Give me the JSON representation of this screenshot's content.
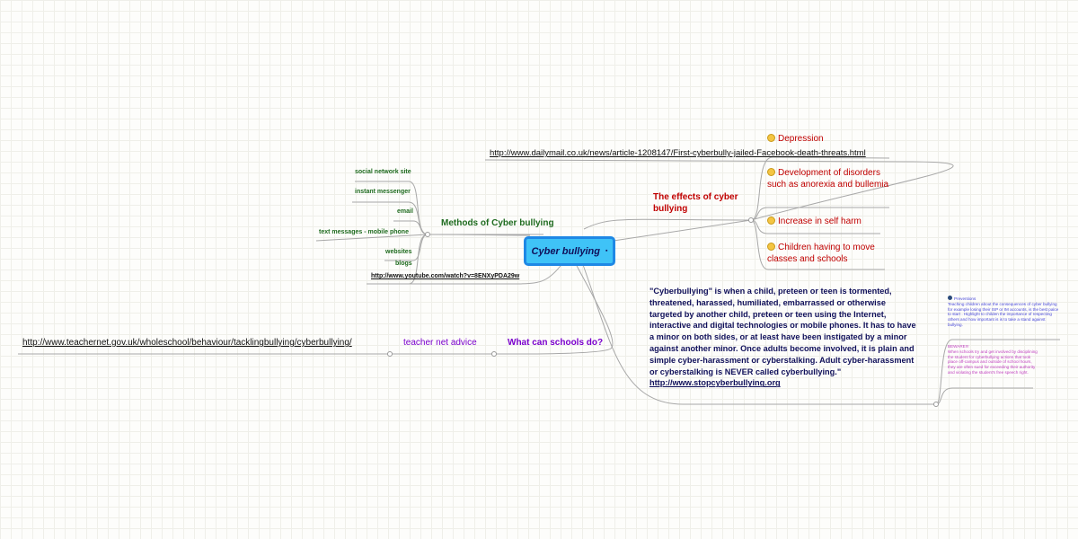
{
  "central": {
    "label": "Cyber bullying"
  },
  "methods": {
    "label": "Methods of Cyber bullying",
    "items": [
      "social network site",
      "instant messenger",
      "email",
      "text messages - mobile phone",
      "websites",
      "blogs"
    ],
    "link": "http://www.youtube.com/watch?v=8ENXyPDA29w"
  },
  "effects": {
    "label": "The effects of cyber bullying",
    "link": "http://www.dailymail.co.uk/news/article-1208147/First-cyberbully-jailed-Facebook-death-threats.html",
    "items": [
      "Depression",
      "Development of disorders such as anorexia and bullemia",
      "Increase in self harm",
      "Children having to move classes and schools"
    ]
  },
  "schools": {
    "label": "What can schools do?",
    "advice": "teacher net advice",
    "link": "http://www.teachernet.gov.uk/wholeschool/behaviour/tacklingbullying/cyberbullying/"
  },
  "definition": {
    "text": "\"Cyberbullying\" is when a child, preteen or teen is tormented, threatened, harassed, humiliated, embarrassed or otherwise targeted by another child, preteen or teen using the Internet, interactive and digital technologies or mobile phones. It has to have a minor on both sides, or at least have been instigated by a minor against another minor. Once adults become involved, it is plain and simple cyber-harassment or cyberstalking. Adult cyber-harassment or cyberstalking is NEVER called cyberbullying.\"",
    "link": "http://www.stopcyberbullying.org"
  },
  "notes": {
    "prevention_title": "Preventions",
    "prevention_text": "Teaching children about the consequences of cyber bullying for example losing their ISP or IM accounts, is the best palce to start . Highlight to childen the importance of respecting others and how important is is to take a stand against bullying.",
    "beware_title": "BEWARE!!!",
    "beware_text": "When schools try and get involved by disciplining the student for cyberbullying actions that took place off-campus and outside of school hours, they are often sued for exceeding their authority and violating the student's free speech right."
  },
  "colors": {
    "central_fill": "#3fc3f7",
    "central_border": "#1e88e5",
    "methods": "#1f6b1f",
    "effects": "#c00000",
    "schools": "#7a00cc",
    "definition": "#10105a"
  }
}
